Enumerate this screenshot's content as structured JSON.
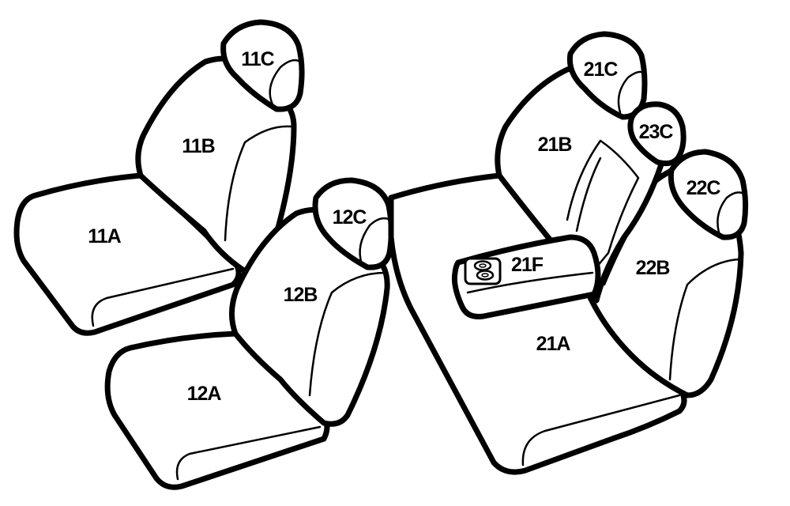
{
  "diagram": {
    "colors": {
      "stroke": "#000000",
      "fill": "#ffffff",
      "background": "#ffffff"
    },
    "parts": {
      "seat_11a": "11A",
      "seat_11b": "11B",
      "seat_11c": "11C",
      "seat_12a": "12A",
      "seat_12b": "12B",
      "seat_12c": "12C",
      "seat_21a": "21A",
      "seat_21b": "21B",
      "seat_21c": "21C",
      "seat_21f": "21F",
      "seat_22b": "22B",
      "seat_22c": "22C",
      "seat_23c": "23C"
    },
    "armrest_icon": "cup-holder-icon"
  }
}
